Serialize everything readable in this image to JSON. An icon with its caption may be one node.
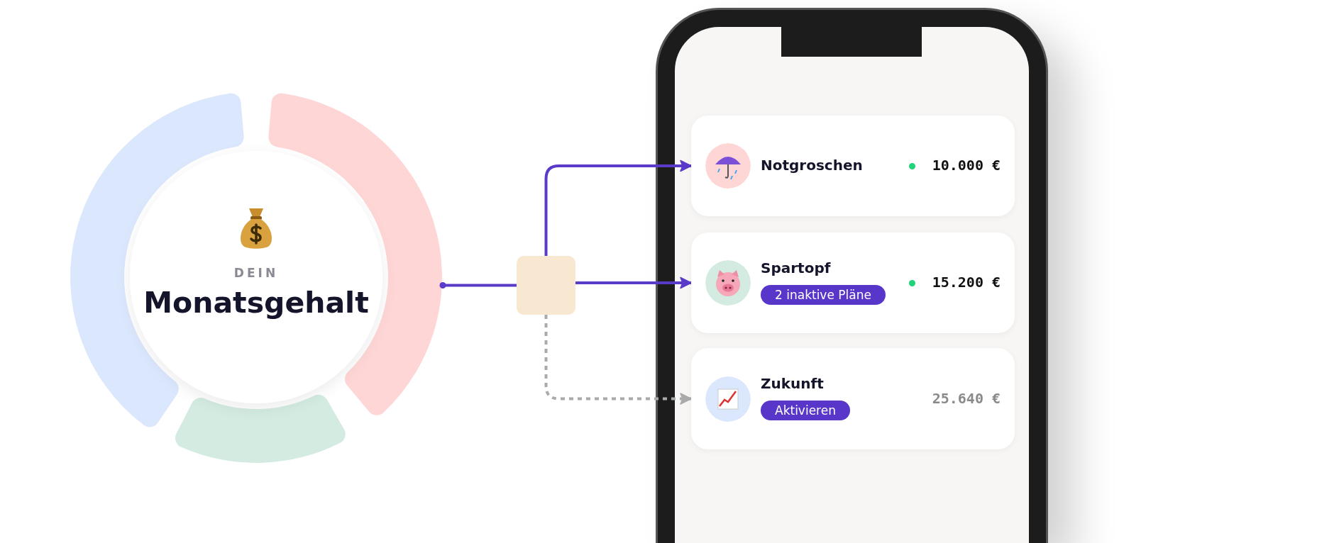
{
  "diagram": {
    "nodes": [
      {
        "text": [
          "DEIN",
          "Monatsgehalt"
        ]
      },
      {
        "text": [],
        "shape": "box"
      },
      {
        "text": [],
        "shape": "picture"
      },
      {
        "text": [
          "Notgroschen",
          "10.000 €"
        ],
        "in": 2
      },
      {
        "text": [
          "Spartopf",
          "2 inaktive Pläne",
          "15.200 €"
        ],
        "in": 2
      },
      {
        "text": [
          "Zukunft",
          "Aktivieren",
          "25.640 €"
        ],
        "in": 2
      }
    ],
    "edges": [
      {
        "from": 0,
        "to": 1,
        "arrow": "other"
      },
      {
        "from": 1,
        "to": 3,
        "arrow": "to"
      },
      {
        "from": 1,
        "to": 4,
        "arrow": "to"
      },
      {
        "from": 1,
        "to": 5,
        "arrow": "to",
        "style": "dashed",
        "color": "#aaaaaa"
      }
    ]
  }
}
